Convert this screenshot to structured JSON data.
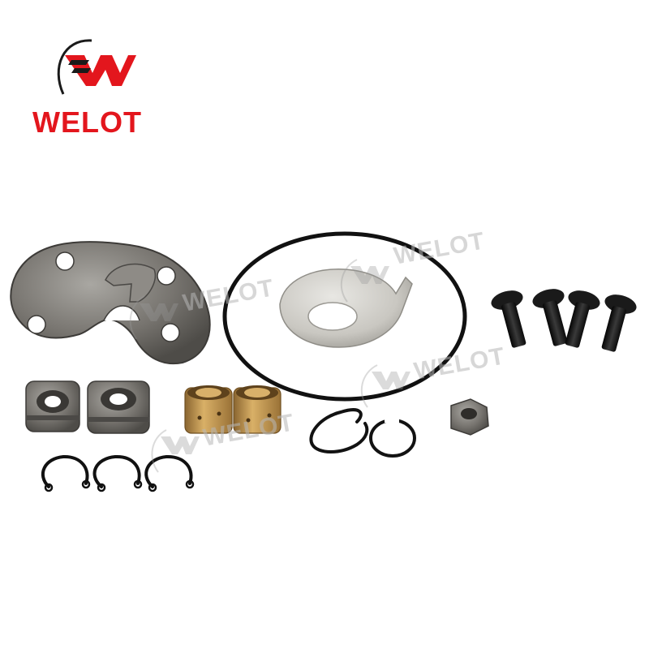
{
  "brand": {
    "logo_text": "WELOT",
    "accent_color": "#e3161d",
    "logo_mark_color": "#1a1a1a"
  },
  "watermarks": [
    {
      "text": "WELOT"
    },
    {
      "text": "WELOT"
    },
    {
      "text": "WELOT"
    },
    {
      "text": "WELOT"
    }
  ],
  "parts": [
    "thrust-plate",
    "o-ring",
    "thrust-washer",
    "bolt",
    "bolt",
    "bolt",
    "bolt",
    "piston-ring-seal",
    "piston-ring-seal",
    "bronze-journal-bearing",
    "bronze-journal-bearing",
    "snap-ring",
    "snap-ring",
    "circlip",
    "circlip",
    "circlip",
    "lock-nut"
  ],
  "colors": {
    "background": "#ffffff",
    "steel": "#7f7d79",
    "bronze": "#c79a4e",
    "black_parts": "#141414"
  }
}
